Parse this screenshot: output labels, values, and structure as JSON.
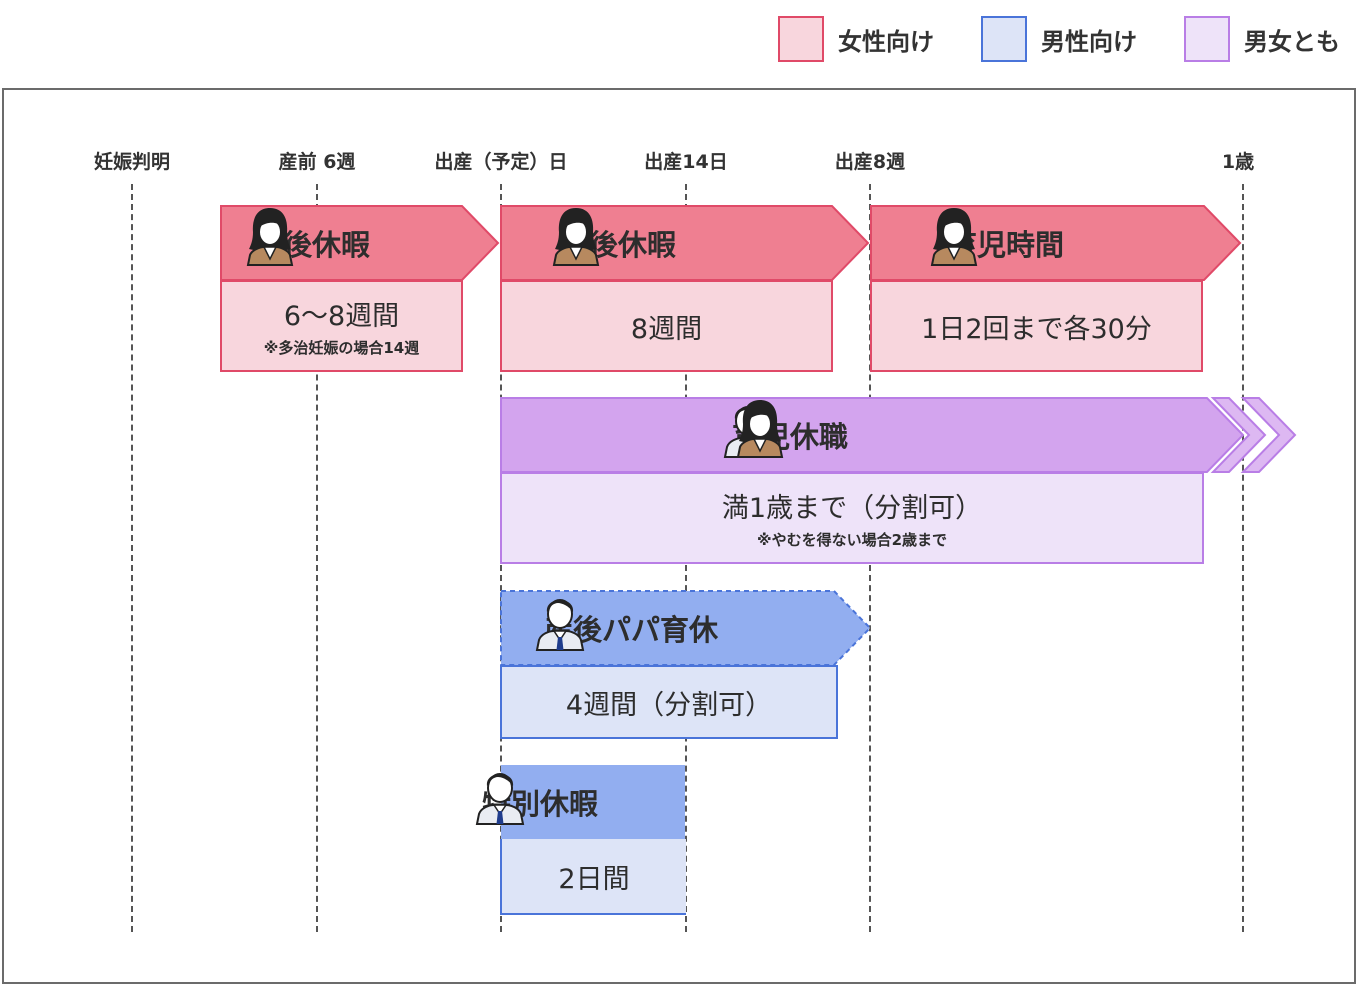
{
  "legend": [
    {
      "label": "女性向け",
      "fill": "#f8d6dd",
      "stroke": "#e04a68"
    },
    {
      "label": "男性向け",
      "fill": "#dde4f7",
      "stroke": "#4a74d9"
    },
    {
      "label": "男女とも",
      "fill": "#eee3f9",
      "stroke": "#b97ee6"
    }
  ],
  "timeline": {
    "labels": [
      "妊娠判明",
      "産前 6週",
      "出産（予定）日",
      "出産14日",
      "出産8週",
      "1歳"
    ]
  },
  "blocks": {
    "prenatal": {
      "title": "産後休暇",
      "duration": "6～8週間",
      "note": "※多治妊娠の場合14週",
      "audience": "female"
    },
    "postnatal": {
      "title": "産後休暇",
      "duration": "8週間",
      "audience": "female"
    },
    "childcare_time": {
      "title": "育児時間",
      "duration": "1日2回まで各30分",
      "audience": "female"
    },
    "childcare_leave": {
      "title": "育児休職",
      "duration": "満1歳まで（分割可）",
      "note": "※やむを得ない場合2歳まで",
      "audience": "both"
    },
    "papa_leave": {
      "title": "産後パパ育休",
      "duration": "4週間（分割可）",
      "audience": "male"
    },
    "special_leave": {
      "title": "特別休暇",
      "duration": "2日間",
      "audience": "male"
    }
  },
  "colors": {
    "pink_head": "#ef7f91",
    "pink_stroke": "#e04a68",
    "pink_body": "#f8d6dd",
    "purple_head": "#d3a4ee",
    "purple_stroke": "#b97ee6",
    "purple_body": "#eee3f9",
    "blue_head": "#92aef0",
    "blue_stroke": "#4a74d9",
    "blue_body": "#dde4f7"
  },
  "icons": [
    "woman-icon",
    "man-icon"
  ]
}
